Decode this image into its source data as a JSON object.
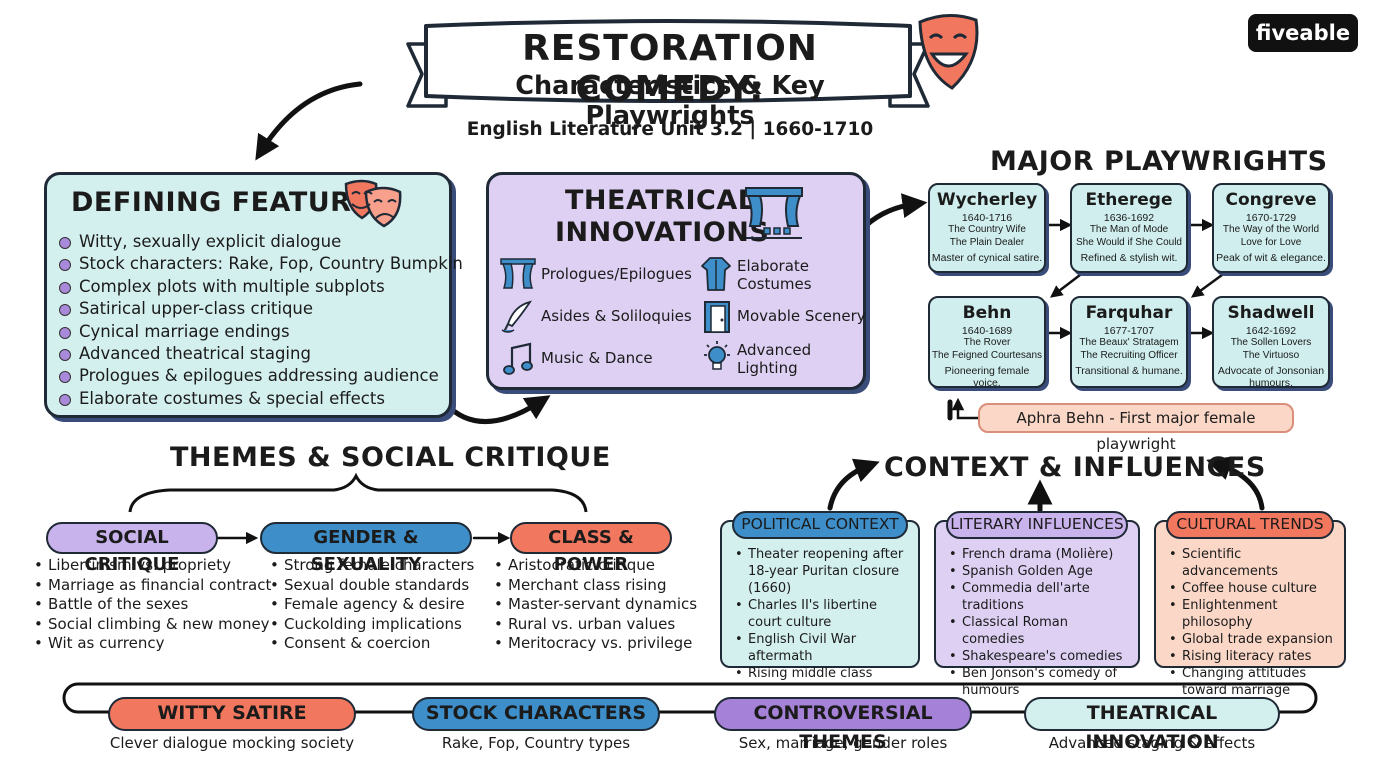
{
  "header": {
    "title_line1": "RESTORATION COMEDY:",
    "title_line2": "Characteristics & Key Playwrights",
    "subtitle": "English Literature Unit 3.2 | 1660-1710",
    "logo": "fiveable"
  },
  "defining_features": {
    "title": "DEFINING FEATURES",
    "items": [
      "Witty, sexually explicit dialogue",
      "Stock characters: Rake, Fop, Country Bumpkin",
      "Complex plots with multiple subplots",
      "Satirical upper-class critique",
      "Cynical marriage endings",
      "Advanced theatrical staging",
      "Prologues & epilogues addressing audience",
      "Elaborate costumes & special effects"
    ]
  },
  "theatrical_innovations": {
    "title_line1": "THEATRICAL",
    "title_line2": "INNOVATIONS",
    "items": [
      {
        "label": "Prologues/Epilogues",
        "icon": "curtain-icon"
      },
      {
        "label": "Elaborate Costumes",
        "icon": "costume-icon"
      },
      {
        "label": "Asides & Soliloquies",
        "icon": "quill-icon"
      },
      {
        "label": "Movable Scenery",
        "icon": "door-icon"
      },
      {
        "label": "Music & Dance",
        "icon": "music-note-icon"
      },
      {
        "label": "Advanced Lighting",
        "icon": "lightbulb-icon"
      }
    ]
  },
  "playwrights": {
    "title": "MAJOR PLAYWRIGHTS",
    "people": [
      {
        "name": "Wycherley",
        "dates": "1640-1716",
        "works": [
          "The Country Wife",
          "The Plain Dealer"
        ],
        "summary": "Master of cynical satire."
      },
      {
        "name": "Etherege",
        "dates": "1636-1692",
        "works": [
          "The Man of Mode",
          "She Would if She Could"
        ],
        "summary": "Refined & stylish wit."
      },
      {
        "name": "Congreve",
        "dates": "1670-1729",
        "works": [
          "The Way of the World",
          "Love for Love"
        ],
        "summary": "Peak of wit & elegance."
      },
      {
        "name": "Behn",
        "dates": "1640-1689",
        "works": [
          "The Rover",
          "The Feigned Courtesans"
        ],
        "summary": "Pioneering female voice."
      },
      {
        "name": "Farquhar",
        "dates": "1677-1707",
        "works": [
          "The Beaux' Stratagem",
          "The Recruiting Officer"
        ],
        "summary": "Transitional & humane."
      },
      {
        "name": "Shadwell",
        "dates": "1642-1692",
        "works": [
          "The Sollen Lovers",
          "The Virtuoso"
        ],
        "summary": "Advocate of Jonsonian humours."
      }
    ],
    "note": "Aphra Behn - First major female playwright"
  },
  "themes": {
    "title": "THEMES & SOCIAL CRITIQUE",
    "columns": [
      {
        "label": "SOCIAL CRITIQUE",
        "color": "#c9b3ec",
        "items": [
          "Libertinism vs. propriety",
          "Marriage as financial contract",
          "Battle of the sexes",
          "Social climbing & new money",
          "Wit as currency"
        ]
      },
      {
        "label": "GENDER & SEXUALITY",
        "color": "#3d8ec9",
        "items": [
          "Strong female characters",
          "Sexual double standards",
          "Female agency & desire",
          "Cuckolding implications",
          "Consent & coercion"
        ]
      },
      {
        "label": "CLASS & POWER",
        "color": "#f2775f",
        "items": [
          "Aristocratic critique",
          "Merchant class rising",
          "Master-servant dynamics",
          "Rural vs. urban values",
          "Meritocracy vs. privilege"
        ]
      }
    ]
  },
  "context": {
    "title": "CONTEXT & INFLUENCES",
    "boxes": [
      {
        "label": "POLITICAL CONTEXT",
        "color": "#3d8ec9",
        "bg": "#d3efee",
        "items": [
          "Theater reopening after 18-year Puritan closure (1660)",
          "Charles II's libertine court culture",
          "English Civil War aftermath",
          "Rising middle class"
        ]
      },
      {
        "label": "LITERARY INFLUENCES",
        "color": "#c9b3ec",
        "bg": "#ddd0f3",
        "items": [
          "French drama (Molière)",
          "Spanish Golden Age",
          "Commedia dell'arte traditions",
          "Classical Roman comedies",
          "Shakespeare's comedies",
          "Ben Jonson's comedy of humours"
        ]
      },
      {
        "label": "CULTURAL TRENDS",
        "color": "#f2775f",
        "bg": "#fbd7c8",
        "items": [
          "Scientific advancements",
          "Coffee house culture",
          "Enlightenment philosophy",
          "Global trade expansion",
          "Rising literacy rates",
          "Changing attitudes toward marriage"
        ]
      }
    ]
  },
  "summary": {
    "items": [
      {
        "label": "WITTY SATIRE",
        "color": "#f2775f",
        "sub": "Clever dialogue mocking society"
      },
      {
        "label": "STOCK CHARACTERS",
        "color": "#3d8ec9",
        "sub": "Rake, Fop, Country types"
      },
      {
        "label": "CONTROVERSIAL THEMES",
        "color": "#a582d8",
        "sub": "Sex, marriage, gender roles"
      },
      {
        "label": "THEATRICAL INNOVATION",
        "color": "#d3efee",
        "sub": "Advanced staging & effects"
      }
    ]
  }
}
